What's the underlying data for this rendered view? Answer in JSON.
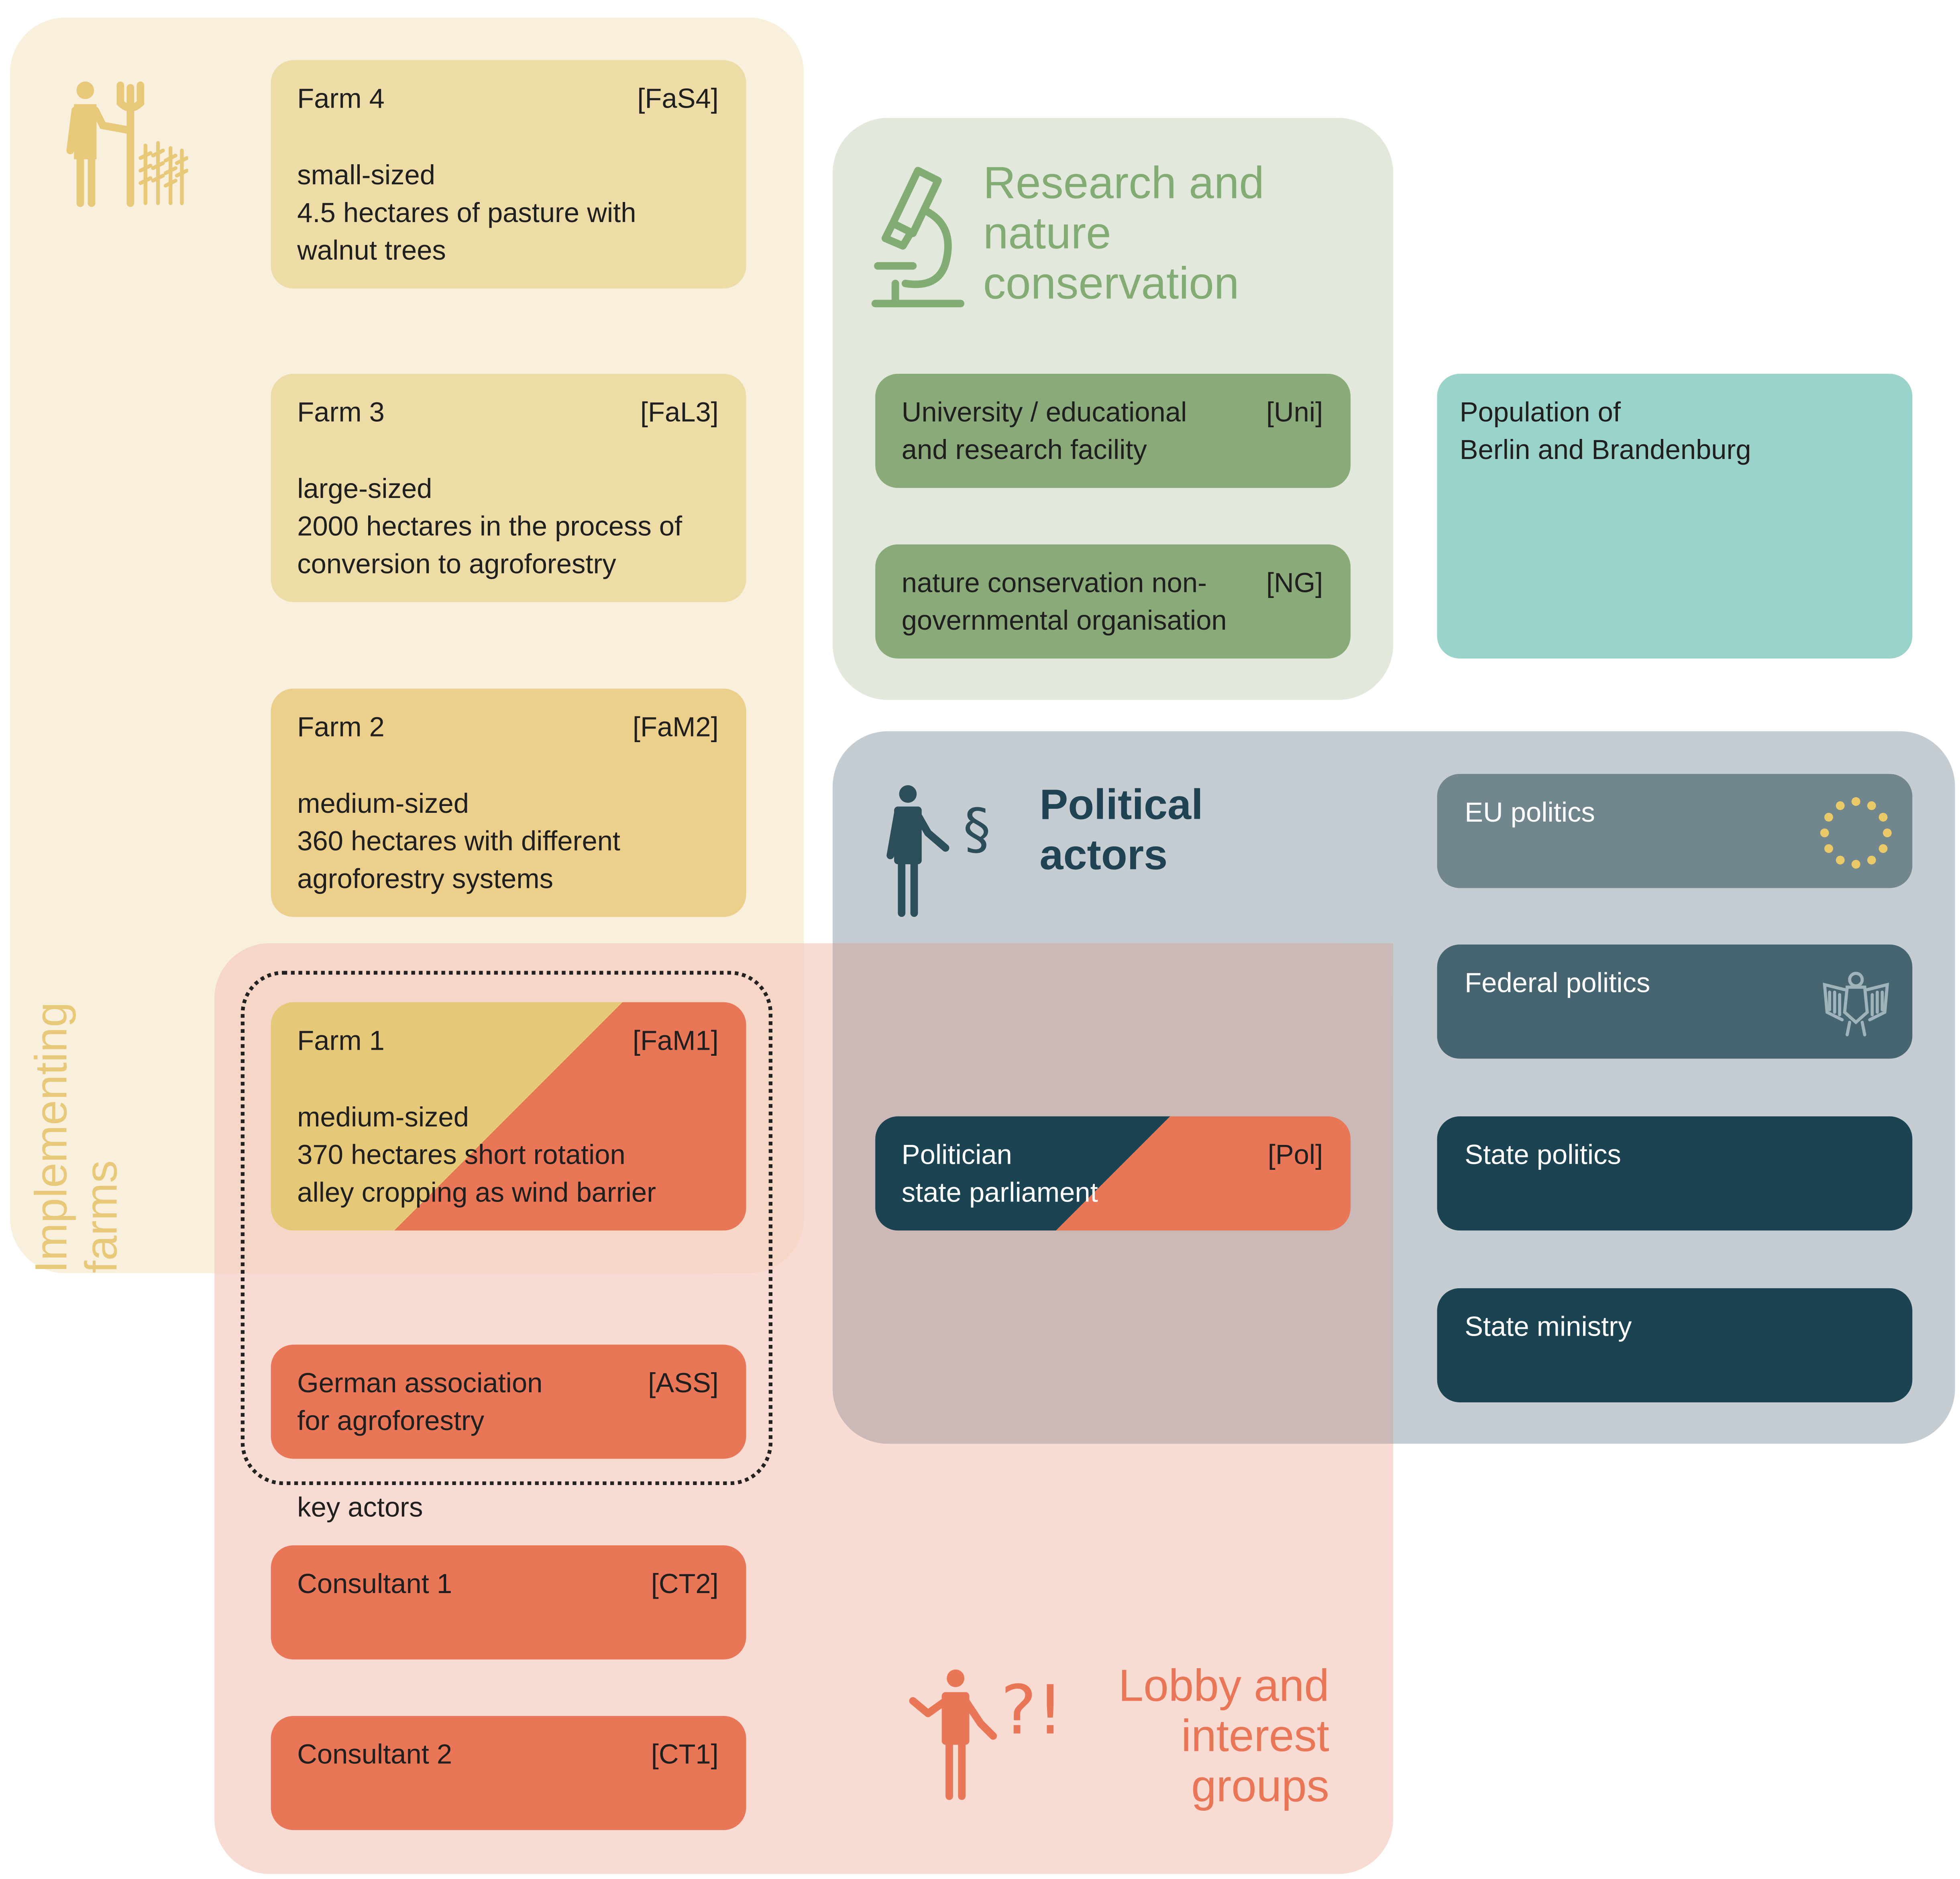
{
  "colors": {
    "farms_bg": "#f8efdc",
    "farm_card": "#eedca7",
    "farm_card_strong": "#e6c879",
    "research_bg": "#e2e9dc",
    "research_card": "#8aab79",
    "research_title": "#83ab74",
    "population_card": "#9ad3c9",
    "political_bg": "#c5cdd2",
    "eu_card": "#71878d",
    "federal_card": "#466571",
    "state_card": "#1c4352",
    "lobby_bg": "#f7d8cf",
    "lobby_card": "#e97656",
    "lobby_title": "#e97656",
    "overlap_bg": "#cab9b6"
  },
  "groups": {
    "farms": {
      "title_line1": "Implementing",
      "title_line2": "farms",
      "icon": "farmer-icon"
    },
    "research": {
      "title_line1": "Research and",
      "title_line2": "nature",
      "title_line3": "conservation",
      "icon": "microscope-icon"
    },
    "political": {
      "title_line1": "Political",
      "title_line2": "actors",
      "icon": "politician-paragraph-icon"
    },
    "lobby": {
      "title_line1": "Lobby and",
      "title_line2": "interest",
      "title_line3": "groups",
      "icon": "person-question-icon"
    }
  },
  "cards": {
    "farm4": {
      "title": "Farm 4",
      "code": "[FaS4]",
      "line1": "small-sized",
      "line2": "4.5 hectares of pasture with",
      "line3": "walnut trees"
    },
    "farm3": {
      "title": "Farm 3",
      "code": "[FaL3]",
      "line1": "large-sized",
      "line2": "2000 hectares in the process of",
      "line3": "conversion to agroforestry"
    },
    "farm2": {
      "title": "Farm 2",
      "code": "[FaM2]",
      "line1": "medium-sized",
      "line2": "360 hectares with different",
      "line3": "agroforestry systems"
    },
    "farm1": {
      "title": "Farm 1",
      "code": "[FaM1]",
      "line1": "medium-sized",
      "line2": "370 hectares short rotation",
      "line3": "alley cropping as wind barrier"
    },
    "association": {
      "line1": "German association",
      "line2": "for agroforestry",
      "code": "[ASS]"
    },
    "consultant1": {
      "title": "Consultant 1",
      "code": "[CT2]"
    },
    "consultant2": {
      "title": "Consultant 2",
      "code": "[CT1]"
    },
    "university": {
      "line1": "University / educational",
      "line2": "and research facility",
      "code": "[Uni]"
    },
    "ngo": {
      "line1": "nature conservation non-",
      "line2": "governmental organisation",
      "code": "[NG]"
    },
    "population": {
      "line1": "Population of",
      "line2": "Berlin and Brandenburg"
    },
    "eu": {
      "title": "EU politics",
      "icon": "eu-stars-icon"
    },
    "federal": {
      "title": "Federal politics",
      "icon": "federal-eagle-icon"
    },
    "state_politics": {
      "title": "State politics"
    },
    "state_ministry": {
      "title": "State ministry"
    },
    "politician": {
      "line1": "Politician",
      "line2": "state parliament",
      "code": "[Pol]"
    }
  },
  "key_actors_label": "key actors"
}
